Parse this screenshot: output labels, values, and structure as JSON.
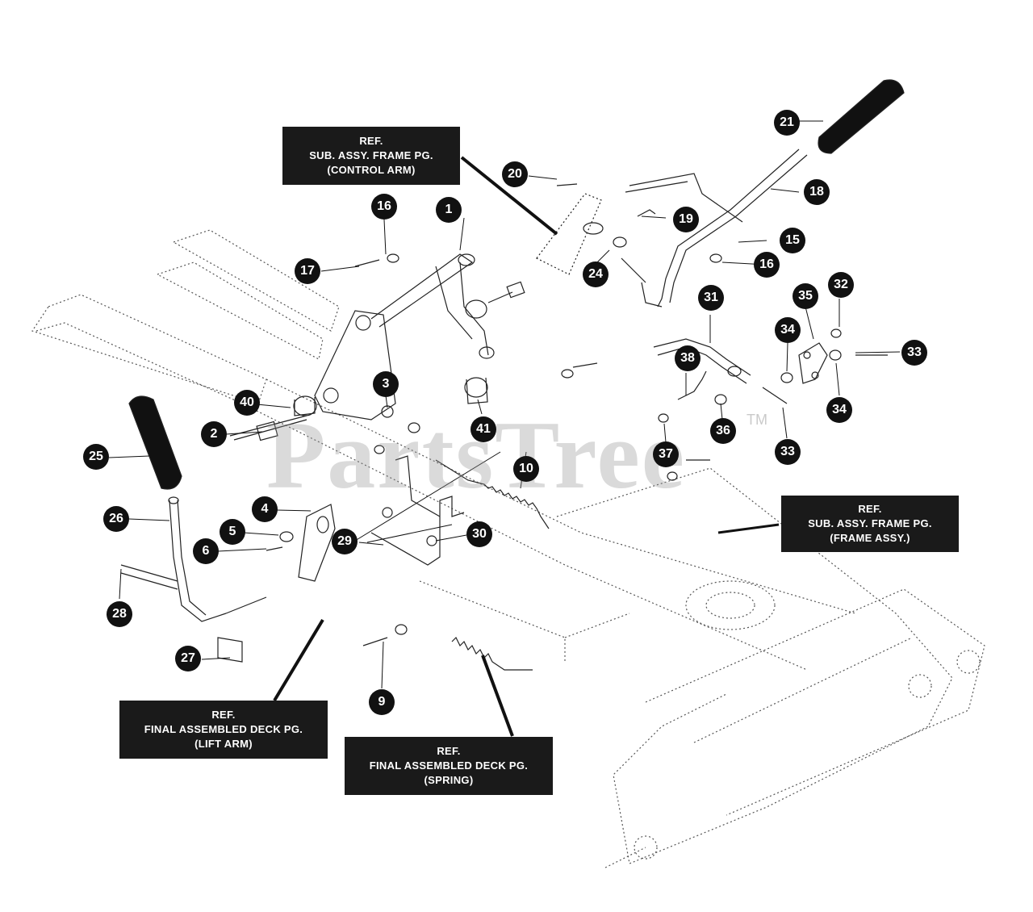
{
  "refs": {
    "control_arm": [
      "REF.",
      "SUB. ASSY. FRAME PG.",
      "(CONTROL ARM)"
    ],
    "frame_assy": [
      "REF.",
      "SUB. ASSY. FRAME PG.",
      "(FRAME ASSY.)"
    ],
    "lift_arm": [
      "REF.",
      "FINAL ASSEMBLED DECK PG.",
      "(LIFT ARM)"
    ],
    "spring": [
      "REF.",
      "FINAL ASSEMBLED DECK PG.",
      "(SPRING)"
    ]
  },
  "callouts": [
    "1",
    "2",
    "3",
    "4",
    "5",
    "6",
    "9",
    "10",
    "15",
    "16",
    "16",
    "17",
    "18",
    "19",
    "20",
    "21",
    "24",
    "25",
    "26",
    "27",
    "28",
    "29",
    "30",
    "31",
    "32",
    "33",
    "33",
    "34",
    "34",
    "35",
    "36",
    "37",
    "38",
    "40",
    "41"
  ],
  "watermark": "PartsTree",
  "trademark": "TM"
}
